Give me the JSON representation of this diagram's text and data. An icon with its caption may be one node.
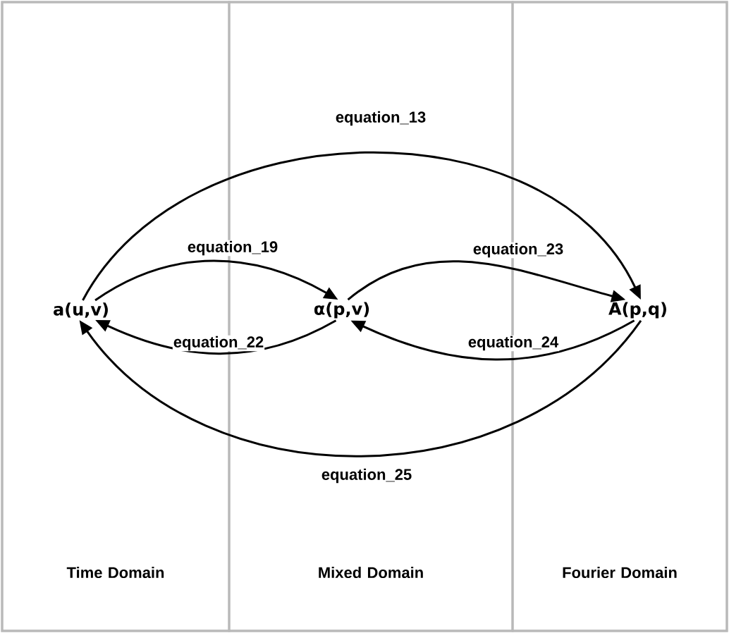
{
  "diagram": {
    "nodes": [
      {
        "text": [
          "Time Domain"
        ]
      },
      {
        "text": [
          "a(u,v)"
        ],
        "in": 0
      },
      {
        "text": [
          "Mixed Domain"
        ]
      },
      {
        "text": [
          "α(p,v)"
        ],
        "in": 2
      },
      {
        "text": [
          "Fourier Domain"
        ]
      },
      {
        "text": [
          "A(p,q)"
        ],
        "in": 4
      }
    ],
    "edges": [
      {
        "from": 1,
        "to": 5,
        "arrow": "to",
        "label": "equation_13"
      },
      {
        "from": 1,
        "to": 3,
        "arrow": "to",
        "label": "equation_19"
      },
      {
        "from": 3,
        "to": 5,
        "arrow": "to",
        "label": "equation_23"
      },
      {
        "from": 3,
        "to": 1,
        "arrow": "to",
        "label": "equation_22"
      },
      {
        "from": 5,
        "to": 3,
        "arrow": "to",
        "label": "equation_24"
      },
      {
        "from": 5,
        "to": 1,
        "arrow": "to",
        "label": "equation_25"
      }
    ]
  }
}
